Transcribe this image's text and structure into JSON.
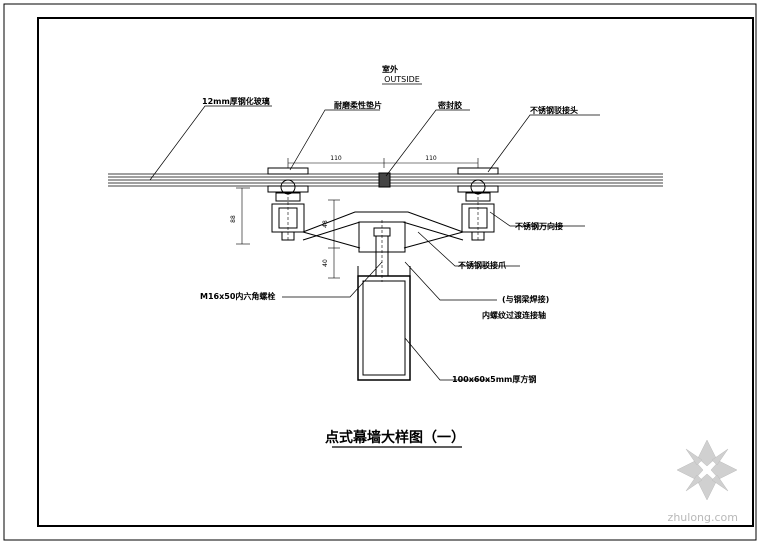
{
  "header": {
    "outside_cn": "室外",
    "outside_en": "OUTSIDE"
  },
  "labels": {
    "glass": "12mm厚钢化玻璃",
    "gasket": "耐磨柔性垫片",
    "sealant": "密封胶",
    "claw_head": "不锈钢驳接头",
    "universal_joint": "不锈钢万向接",
    "claw": "不锈钢驳接爪",
    "bolt": "M16x50内六角螺栓",
    "weld_note": "(与钢梁焊接)",
    "thread_note": "内螺纹过渡连接轴",
    "steel_tube": "100x60x5mm厚方钢"
  },
  "dimensions": {
    "left_span": "110",
    "right_span": "110",
    "v_left": "88",
    "v_mid": "48",
    "v_low": "40"
  },
  "title": "点式幕墙大样图（一）",
  "watermark": {
    "text": "zhulong.com"
  }
}
